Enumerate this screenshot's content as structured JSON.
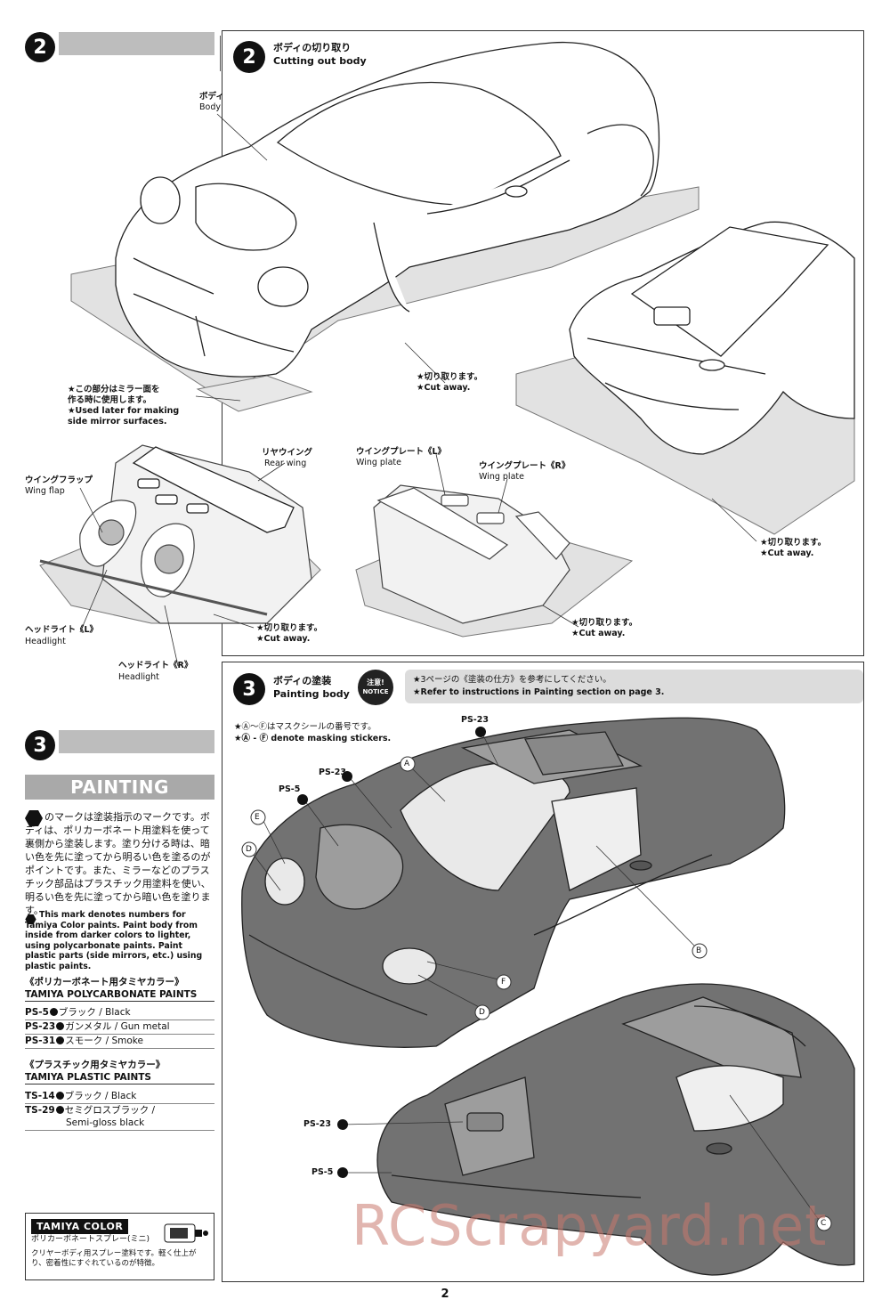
{
  "left_column": {
    "step2_number": "2",
    "step3_number": "3",
    "painting_heading": "PAINTING",
    "painting_jp": "のマークは塗装指示のマークです。ボディは、ポリカーボネート用塗料を使って裏側から塗装します。塗り分ける時は、暗い色を先に塗ってから明るい色を塗るのがポイントです。また、ミラーなどのプラスチック部品はプラスチック用塗料を使い、明るい色を先に塗ってから暗い色を塗ります。",
    "painting_en": "This mark denotes numbers for Tamiya Color paints. Paint body from inside from darker colors to lighter, using polycarbonate paints. Paint plastic parts (side mirrors, etc.) using plastic paints.",
    "poly_head_jp": "《ポリカーボネート用タミヤカラー》",
    "poly_head_en": "TAMIYA POLYCARBONATE PAINTS",
    "poly_rows": [
      {
        "code": "PS-5",
        "text": "ブラック / Black"
      },
      {
        "code": "PS-23",
        "text": "ガンメタル / Gun metal"
      },
      {
        "code": "PS-31",
        "text": "スモーク / Smoke"
      }
    ],
    "plastic_head_jp": "《プラスチック用タミヤカラー》",
    "plastic_head_en": "TAMIYA PLASTIC PAINTS",
    "plastic_rows": [
      {
        "code": "TS-14",
        "text": "ブラック / Black"
      },
      {
        "code": "TS-29",
        "text": "セミグロスブラック /"
      }
    ],
    "plastic_row2_cont": "Semi-gloss black",
    "tamiya_logo": "TAMIYA COLOR",
    "tamiya_sub": "ポリカーボネートスプレー(ミニ)",
    "tamiya_desc": "クリヤーボディ用スプレー塗料です。軽く仕上がり、密着性にすぐれているのが特徴。"
  },
  "step2": {
    "number": "2",
    "title_jp": "ボディの切り取り",
    "title_en": "Cutting out body",
    "body_jp": "ボディ",
    "body_en": "Body",
    "cut1_jp": "★切り取ります。",
    "cut1_en": "★Cut away.",
    "mirror_jp1": "★この部分はミラー面を",
    "mirror_jp2": "作る時に使用します。",
    "mirror_en1": "★Used later for making",
    "mirror_en2": "side mirror surfaces.",
    "rear_wing_jp": "リヤウイング",
    "rear_wing_en": "Rear wing",
    "wing_flap_jp": "ウイングフラップ",
    "wing_flap_en": "Wing flap",
    "wing_plate_l_jp": "ウイングプレート《L》",
    "wing_plate_l_en": "Wing plate",
    "wing_plate_r_jp": "ウイングプレート《R》",
    "wing_plate_r_en": "Wing plate",
    "headlight_l_jp": "ヘッドライト《L》",
    "headlight_l_en": "Headlight",
    "headlight_r_jp": "ヘッドライト《R》",
    "headlight_r_en": "Headlight",
    "cut2_jp": "★切り取ります。",
    "cut2_en": "★Cut away.",
    "cut3_jp": "★切り取ります。",
    "cut3_en": "★Cut away.",
    "cut4_jp": "★切り取ります。",
    "cut4_en": "★Cut away."
  },
  "step3": {
    "number": "3",
    "title_jp": "ボディの塗装",
    "title_en": "Painting body",
    "notice_jp": "注意!",
    "notice_en": "NOTICE",
    "notice_line1": "★3ページの《塗装の仕方》を参考にしてください。",
    "notice_line2": "★Refer to instructions in Painting section on page 3.",
    "mask_jp": "★Ⓐ～Ⓕはマスクシールの番号です。",
    "mask_en": "★Ⓐ - Ⓕ denote masking stickers.",
    "callouts": {
      "ps23_top": "PS-23",
      "ps23_mid": "PS-23",
      "ps5_top": "PS-5",
      "ps23_low": "PS-23",
      "ps5_low": "PS-5",
      "A": "A",
      "B": "B",
      "C": "C",
      "D1": "D",
      "D2": "D",
      "E": "E",
      "F": "F"
    }
  },
  "watermark": "RCScrapyard.net",
  "page_number": "2",
  "colors": {
    "grey_bar": "#bdbdbd",
    "body_paint": "#6f6f6f",
    "gunmetal": "#9a9a9a",
    "watermark": "#c8786e"
  }
}
